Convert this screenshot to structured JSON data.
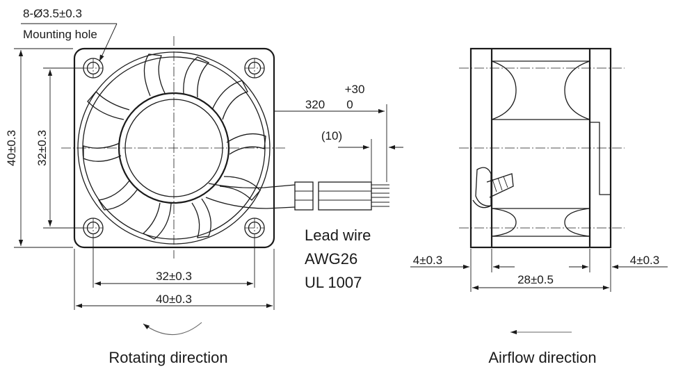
{
  "front_view": {
    "mounting_hole_spec": "8-Ø3.5±0.3",
    "mounting_hole_label": "Mounting hole",
    "height_outer": "40±0.3",
    "height_pitch": "32±0.3",
    "width_pitch": "32±0.3",
    "width_outer": "40±0.3",
    "lead_length_tol": "+30",
    "lead_length": "320",
    "lead_length_tol_low": "0",
    "strip_length": "(10)",
    "lead_wire_lines": [
      "Lead wire",
      "AWG26",
      "UL 1007"
    ],
    "caption": "Rotating direction"
  },
  "side_view": {
    "left_flange": "4±0.3",
    "right_flange": "4±0.3",
    "depth": "28±0.5",
    "caption": "Airflow direction"
  }
}
